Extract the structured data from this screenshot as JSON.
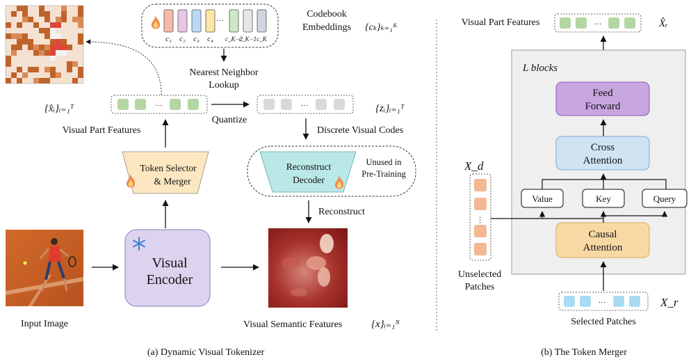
{
  "left_panel": {
    "caption": "(a) Dynamic Visual Tokenizer",
    "input_image_label": "Input Image",
    "encoder_label_1": "Visual",
    "encoder_label_2": "Encoder",
    "selector_label_1": "Token Selector",
    "selector_label_2": "& Merger",
    "visual_part_features_label": "Visual Part Features",
    "xhat_symbol": "{x̂ᵢ}ᵢ₌₁ᵀ",
    "quantize_label": "Quantize",
    "z_symbol": "{zᵢ}ᵢ₌₁ᵀ",
    "discrete_codes_label": "Discrete Visual Codes",
    "codebook_label_1": "Codebook",
    "codebook_label_2": "Embeddings",
    "codebook_symbol": "{cₖ}ₖ₌₁ᴷ",
    "codebook_entries": [
      "c₁",
      "c₂",
      "c₃",
      "c₄",
      "c_K−2",
      "c_K−1",
      "c_K"
    ],
    "nn_label_1": "Nearest Neighbor",
    "nn_label_2": "Lookup",
    "decoder_label_1": "Reconstruct",
    "decoder_label_2": "Decoder",
    "unused_label_1": "Unused in",
    "unused_label_2": "Pre-Training",
    "reconstruct_label": "Reconstruct",
    "semantic_features_label": "Visual Semantic Features",
    "x_symbol": "{x}ᵢ₌₁ᴺ",
    "ellipsis": "···"
  },
  "right_panel": {
    "caption": "(b) The Token Merger",
    "output_label": "Visual Part Features",
    "output_symbol": "X̂ᵣ",
    "blocks_label": "L blocks",
    "feed_forward_1": "Feed",
    "feed_forward_2": "Forward",
    "cross_attention_1": "Cross",
    "cross_attention_2": "Attention",
    "value_label": "Value",
    "key_label": "Key",
    "query_label": "Query",
    "causal_attention_1": "Causal",
    "causal_attention_2": "Attention",
    "xd_symbol": "X_d",
    "unselected_label_1": "Unselected",
    "unselected_label_2": "Patches",
    "selected_label": "Selected Patches",
    "xr_symbol": "X_r",
    "ellipsis": "···"
  },
  "colors": {
    "green_token": "#b3d6a3",
    "gray_token": "#d9d9d9",
    "orange_patch": "#f2b894",
    "blue_patch": "#a9dcf2",
    "encoder_fill": "#ddd3ef",
    "selector_fill": "#fde7c0",
    "decoder_fill": "#b9e8e6",
    "feed_forward_fill": "#c8a6e0",
    "cross_attention_fill": "#cfe3f3",
    "causal_attention_fill": "#f9d9a3",
    "blocks_bg": "#efefef"
  }
}
